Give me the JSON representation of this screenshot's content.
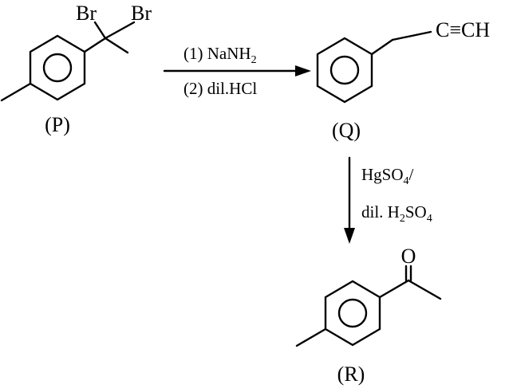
{
  "compounds": {
    "p": {
      "label": "(P)",
      "substituent_1": "Br",
      "substituent_2": "Br"
    },
    "q": {
      "label": "(Q)",
      "alkyne": "C≡CH"
    },
    "r": {
      "label": "(R)",
      "carbonyl_o": "O"
    }
  },
  "reaction_1": {
    "step1_prefix": "(1) NaNH",
    "step1_sub": "2",
    "step2": "(2) dil.HCl"
  },
  "reaction_2": {
    "reagent1_prefix": "HgSO",
    "reagent1_sub": "4",
    "reagent1_suffix": "/",
    "reagent2_prefix": "dil. H",
    "reagent2_sub1": "2",
    "reagent2_mid": "SO",
    "reagent2_sub2": "4"
  }
}
